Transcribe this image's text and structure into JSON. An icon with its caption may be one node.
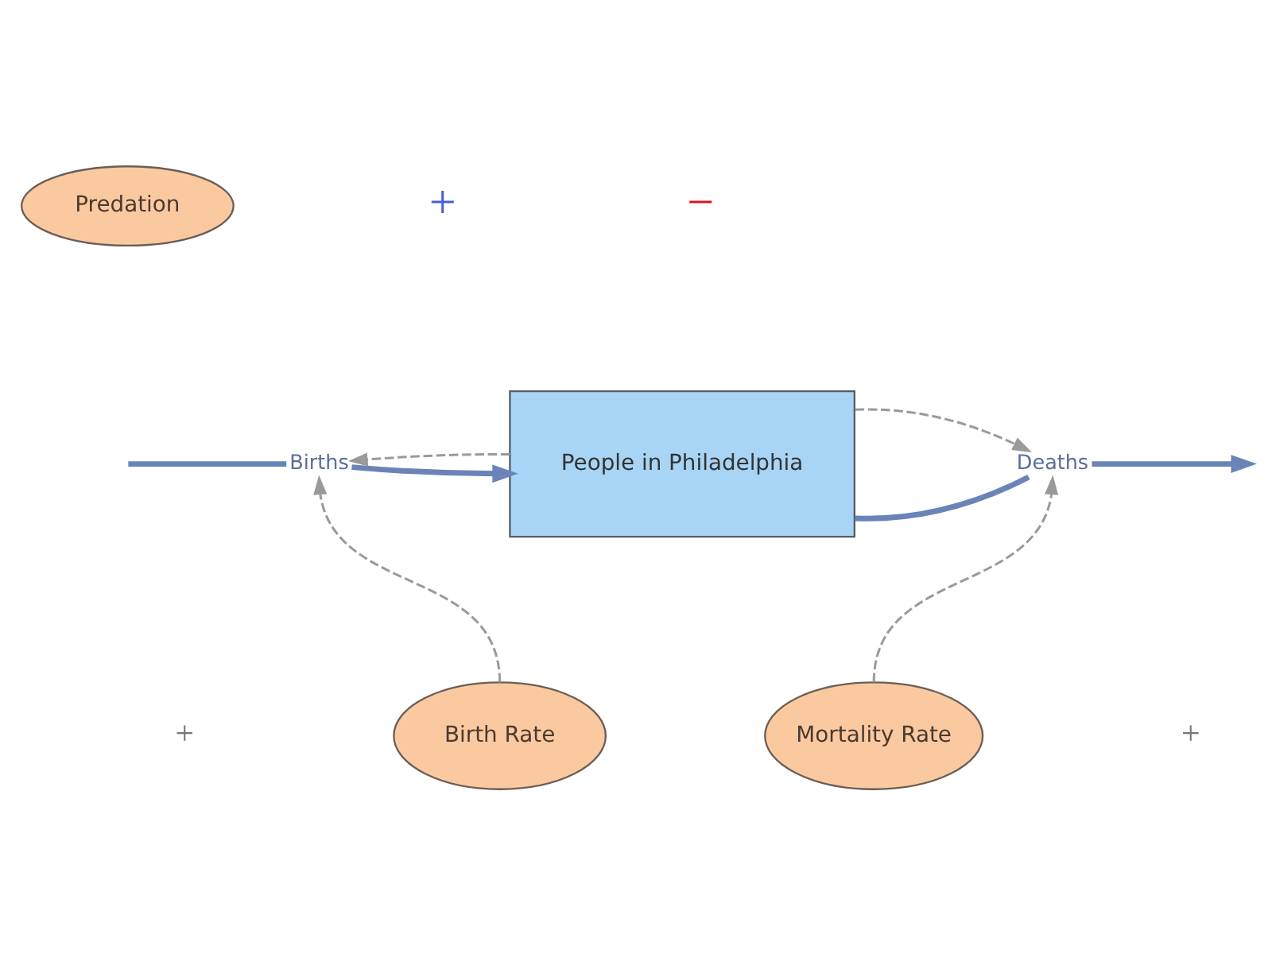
{
  "diagram": {
    "nodes": [
      {
        "text": [
          "Predation"
        ]
      },
      {
        "text": [
          "Births"
        ]
      },
      {
        "text": [
          "People in Philadelphia"
        ]
      },
      {
        "text": [
          "Deaths"
        ]
      },
      {
        "text": [
          "Birth Rate"
        ]
      },
      {
        "text": [
          "Mortality Rate"
        ]
      }
    ],
    "edges": [
      {
        "from": null,
        "to": 1,
        "arrow": "none",
        "style": "thick",
        "color": "#6a84b8"
      },
      {
        "from": 1,
        "to": 2,
        "arrow": "to",
        "style": "thick",
        "color": "#6a84b8"
      },
      {
        "from": 2,
        "to": 3,
        "arrow": "none",
        "style": "thick",
        "color": "#6a84b8"
      },
      {
        "from": 3,
        "to": null,
        "arrow": "to",
        "style": "thick",
        "color": "#6a84b8"
      },
      {
        "from": 2,
        "to": 1,
        "arrow": "to",
        "style": "dashed"
      },
      {
        "from": 4,
        "to": 1,
        "arrow": "to",
        "style": "dashed"
      },
      {
        "from": 2,
        "to": 3,
        "arrow": "to",
        "style": "dashed"
      },
      {
        "from": 5,
        "to": 3,
        "arrow": "to",
        "style": "dashed"
      }
    ],
    "labels": [
      "+",
      "−",
      "+",
      "+"
    ]
  }
}
